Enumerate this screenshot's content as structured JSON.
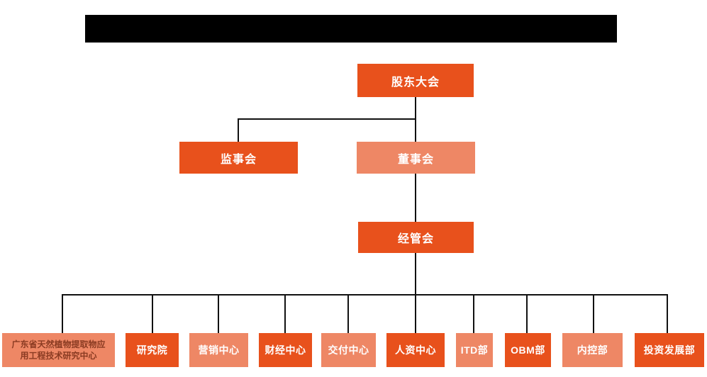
{
  "header": {
    "redacted_title_bar": true
  },
  "colors": {
    "primary_box": "#e8511c",
    "secondary_box": "#ee8765",
    "connector": "#111111",
    "light_text": "#ffffff",
    "dark_text": "#8a3b22",
    "background": "#ffffff"
  },
  "org_chart": {
    "levels": {
      "shareholders": "股东大会",
      "supervisory": "监事会",
      "board": "董事会",
      "management": "经管会"
    },
    "departments": [
      {
        "label": "广东省天然植物提取物应用工程技术研究中心",
        "lines": [
          "广东省天然植物提取物应",
          "用工程技术研究中心"
        ],
        "variant": "secondary"
      },
      {
        "label": "研究院",
        "variant": "primary"
      },
      {
        "label": "营销中心",
        "variant": "secondary"
      },
      {
        "label": "财经中心",
        "variant": "primary"
      },
      {
        "label": "交付中心",
        "variant": "secondary"
      },
      {
        "label": "人资中心",
        "variant": "primary"
      },
      {
        "label": "ITD部",
        "variant": "secondary"
      },
      {
        "label": "OBM部",
        "variant": "primary"
      },
      {
        "label": "内控部",
        "variant": "secondary"
      },
      {
        "label": "投资发展部",
        "variant": "primary"
      }
    ],
    "hierarchy": {
      "root": "股东大会",
      "children_of_root": [
        "监事会",
        "董事会"
      ],
      "children_of_board": [
        "经管会"
      ],
      "children_of_management": [
        "广东省天然植物提取物应用工程技术研究中心",
        "研究院",
        "营销中心",
        "财经中心",
        "交付中心",
        "人资中心",
        "ITD部",
        "OBM部",
        "内控部",
        "投资发展部"
      ]
    }
  }
}
